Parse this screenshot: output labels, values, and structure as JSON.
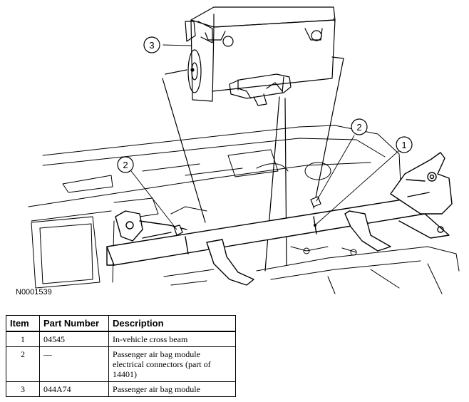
{
  "figure": {
    "id": "N0001539",
    "callouts": [
      {
        "number": "3"
      },
      {
        "number": "2"
      },
      {
        "number": "1"
      },
      {
        "number": "2"
      }
    ]
  },
  "table": {
    "headers": [
      "Item",
      "Part Number",
      "Description"
    ],
    "rows": [
      {
        "item": "1",
        "part_number": "04545",
        "description": "In-vehicle cross beam"
      },
      {
        "item": "2",
        "part_number": "—",
        "description": "Passenger air bag module electrical connectors (part of 14401)"
      },
      {
        "item": "3",
        "part_number": "044A74",
        "description": "Passenger air bag module"
      }
    ]
  }
}
